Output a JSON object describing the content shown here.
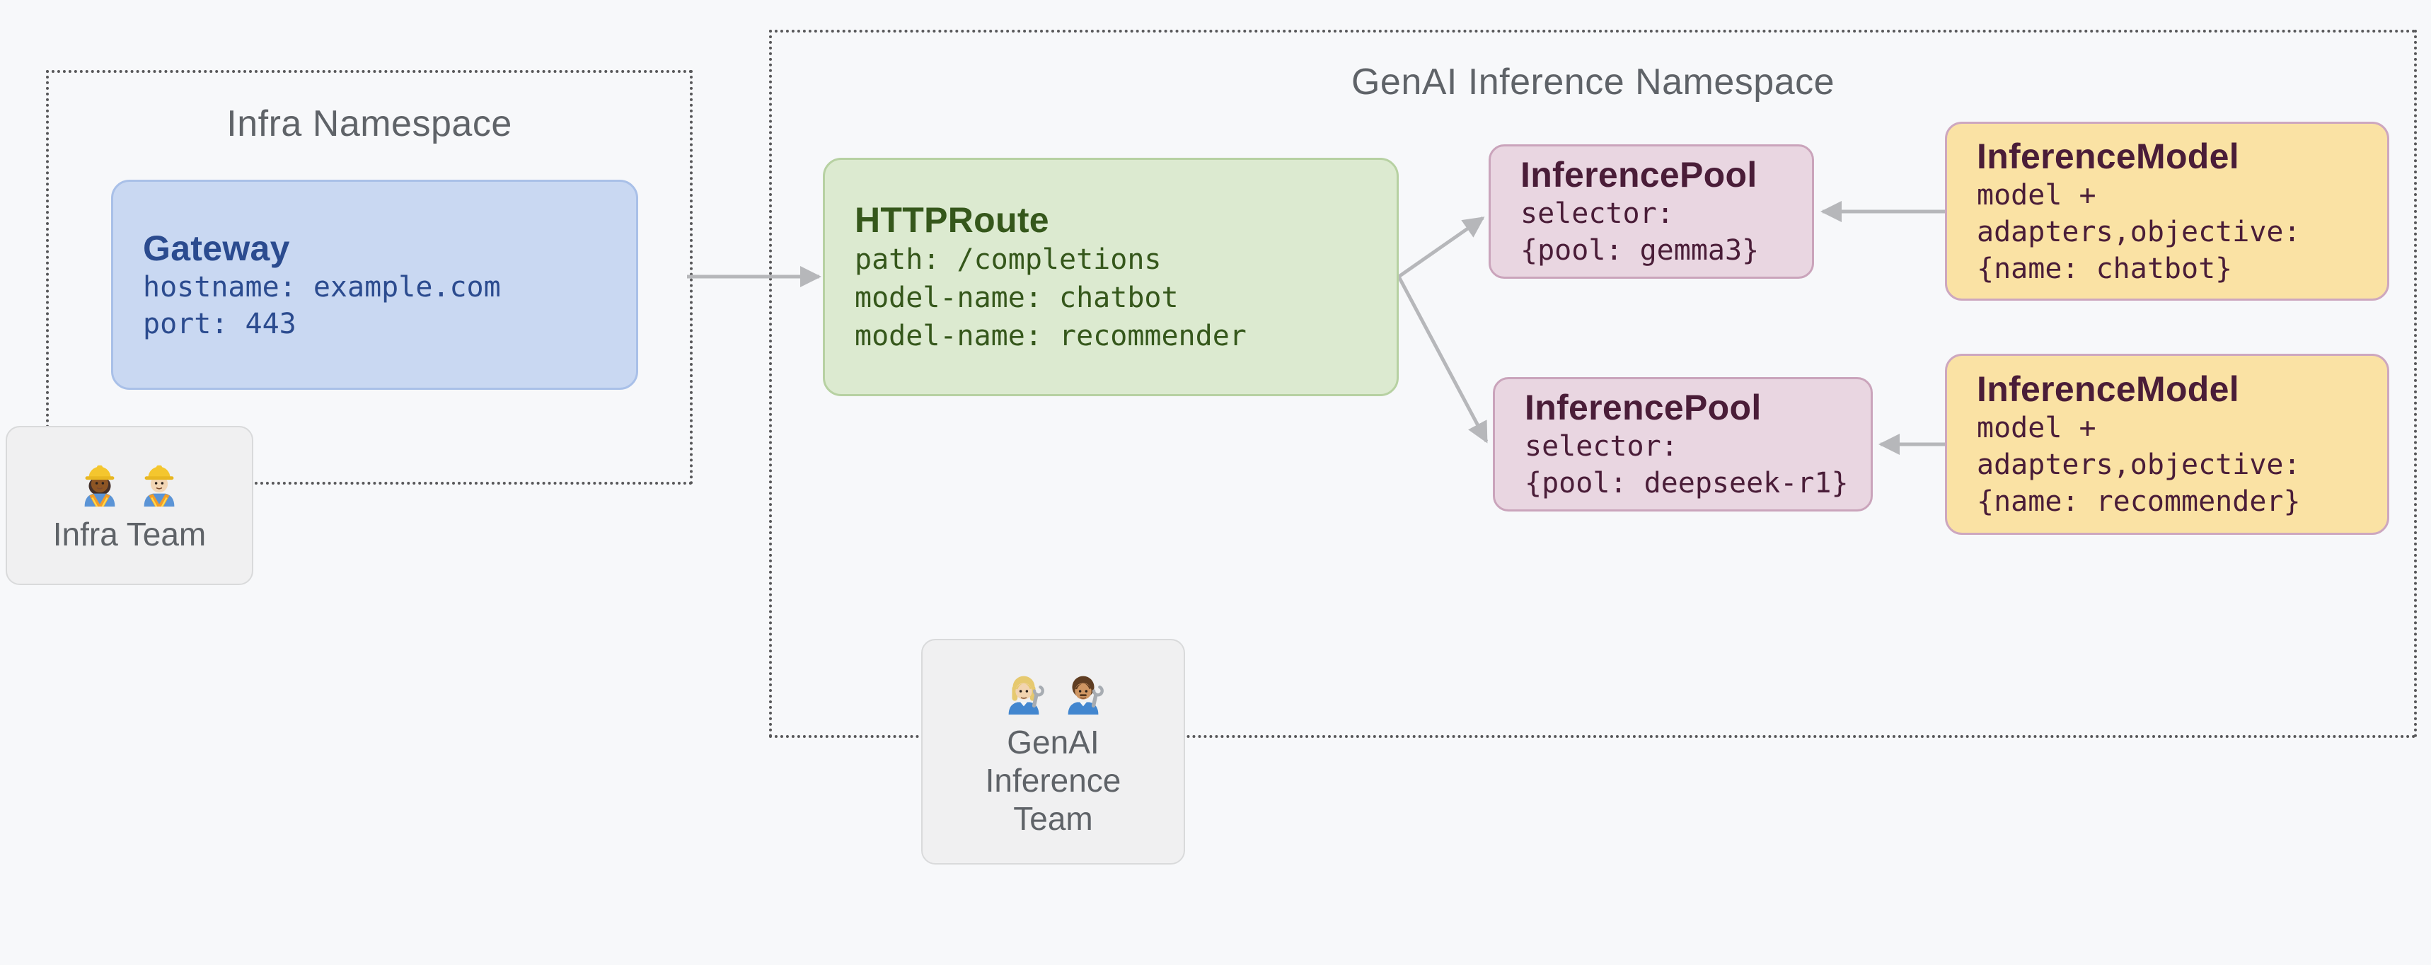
{
  "namespaces": {
    "infra": {
      "title": "Infra Namespace"
    },
    "genai": {
      "title": "GenAI Inference Namespace"
    }
  },
  "nodes": {
    "gateway": {
      "title": "Gateway",
      "lines": [
        "hostname: example.com",
        "port: 443"
      ]
    },
    "httproute": {
      "title": "HTTPRoute",
      "lines": [
        "path: /completions",
        "model-name: chatbot",
        "model-name: recommender"
      ]
    },
    "pool_gemma3": {
      "title": "InferencePool",
      "lines": [
        "selector:",
        "{pool: gemma3}"
      ]
    },
    "pool_deepseek_r1": {
      "title": "InferencePool",
      "lines": [
        "selector:",
        "{pool: deepseek-r1}"
      ]
    },
    "model_chatbot": {
      "title": "InferenceModel",
      "lines": [
        "model +",
        "adapters,objective:",
        "{name: chatbot}"
      ]
    },
    "model_recommender": {
      "title": "InferenceModel",
      "lines": [
        "model +",
        "adapters,objective:",
        "{name: recommender}"
      ]
    }
  },
  "teams": {
    "infra": {
      "label": "Infra Team",
      "emoji": "👷🏾‍♀️👷🏻‍♂️"
    },
    "genai": {
      "label_lines": [
        "GenAI",
        "Inference",
        "Team"
      ],
      "emoji": "👩🏼‍🔧👨🏽‍🔧"
    }
  },
  "palette": {
    "background": "#f7f8fa",
    "arrow": "#b6b7ba",
    "dotted_border": "#58585a",
    "namespace_title_text": "#5f6368",
    "gateway_fill": "#c9d8f2",
    "gateway_border": "#a9c0e8",
    "gateway_text": "#2b4b8f",
    "httproute_fill": "#dcead0",
    "httproute_border": "#b7d1a2",
    "httproute_text": "#35571b",
    "inference_pool_fill": "#e9d6e1",
    "inference_pool_border": "#caa4bb",
    "inference_pool_text": "#4a1d38",
    "inference_model_fill": "#fae2a4",
    "inference_model_border": "#cda7bf",
    "inference_model_text": "#4a1d38",
    "team_box_fill": "#f0f0f1",
    "team_box_border": "#d9dadb",
    "team_text": "#5f6368"
  }
}
